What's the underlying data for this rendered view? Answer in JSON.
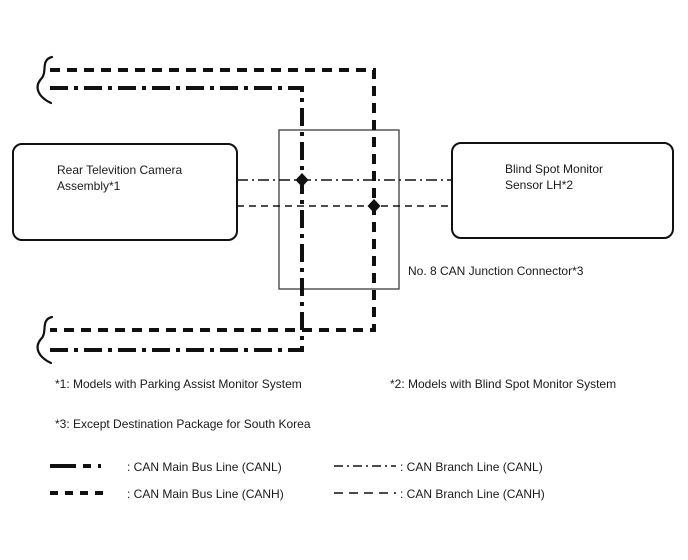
{
  "colors": {
    "line": "#111111",
    "background": "#ffffff",
    "junction_border": "#3d3d3d"
  },
  "diagram": {
    "left_box": {
      "label": "Rear Televition Camera Assembly*1"
    },
    "right_box": {
      "label": "Blind Spot Monitor Sensor LH*2"
    },
    "junction_box": {
      "label": "No. 8 CAN Junction Connector*3"
    }
  },
  "footnotes": [
    {
      "text": "*1: Models with Parking Assist Monitor System"
    },
    {
      "text": "*2: Models with Blind Spot Monitor System"
    },
    {
      "text": "*3: Except Destination Package for South Korea"
    }
  ],
  "legend": {
    "items": [
      {
        "label": ": CAN Main Bus Line (CANL)",
        "style": "thick-dash-dot"
      },
      {
        "label": ": CAN Main Bus Line (CANH)",
        "style": "thick-dashed"
      },
      {
        "label": ": CAN Branch Line (CANL)",
        "style": "thin-dash-dot"
      },
      {
        "label": ": CAN Branch Line (CANH)",
        "style": "thin-dashed"
      }
    ]
  }
}
